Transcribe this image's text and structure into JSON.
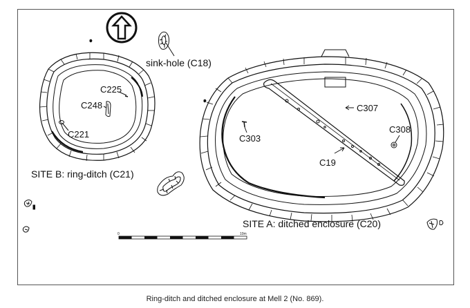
{
  "figure": {
    "caption": "Ring-ditch and ditched enclosure at Mell 2 (No. 869)."
  },
  "labels": {
    "sink_hole": "sink-hole (C18)",
    "site_b": "SITE B: ring-ditch (C21)",
    "site_a": "SITE A: ditched enclosure (C20)",
    "c225": "C225",
    "c248": "C248",
    "c221": "C221",
    "c303": "C303",
    "c307": "C307",
    "c308": "C308",
    "c19": "C19"
  },
  "scale_bar": {
    "start": "0",
    "end": "10m"
  },
  "north_arrow": {
    "icon": "north-arrow-icon"
  }
}
